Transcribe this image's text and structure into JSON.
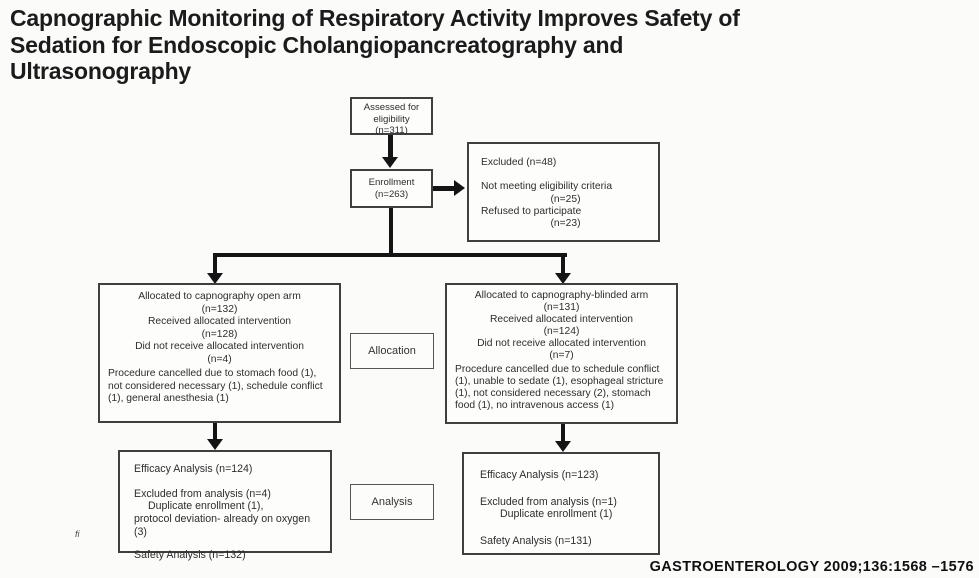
{
  "title": {
    "lines": [
      "Capnographic Monitoring of Respiratory Activity Improves Safety of",
      "Sedation for Endoscopic Cholangiopancreatography and",
      "Ultrasonography"
    ]
  },
  "flowchart": {
    "assessed_box": {
      "lines": [
        "Assessed for",
        "eligibility",
        "(n=311)"
      ]
    },
    "enrollment_box": {
      "lines": [
        "Enrollment",
        "(n=263)"
      ]
    },
    "excluded_box": {
      "lines": [
        "Excluded (n=48)",
        "Not meeting eligibility criteria",
        "(n=25)",
        "Refused to participate",
        "(n=23)"
      ]
    },
    "allocation_label": "Allocation",
    "analysis_label": "Analysis",
    "open_arm_box": {
      "lines": [
        "Allocated to capnography open arm",
        "(n=132)",
        "Received allocated intervention",
        "(n=128)",
        "Did not receive allocated intervention",
        "(n=4)",
        "Procedure cancelled due to stomach food (1), not considered necessary (1), schedule conflict (1), general anesthesia (1)"
      ]
    },
    "blinded_arm_box": {
      "lines": [
        "Allocated to capnography-blinded arm",
        "(n=131)",
        "Received allocated intervention",
        "(n=124)",
        "Did not receive allocated intervention",
        "(n=7)",
        "Procedure cancelled due to schedule conflict (1), unable to sedate (1), esophageal stricture (1), not considered necessary (2), stomach food (1), no intravenous access (1)"
      ]
    },
    "open_analysis_box": {
      "lines": [
        "Efficacy Analysis (n=124)",
        "Excluded from analysis (n=4)",
        "Duplicate enrollment (1),",
        "protocol deviation- already on oxygen (3)",
        "Safety Analysis (n=132)"
      ]
    },
    "blinded_analysis_box": {
      "lines": [
        "Efficacy Analysis (n=123)",
        "Excluded from analysis (n=1)",
        "Duplicate enrollment (1)",
        "Safety Analysis (n=131)"
      ]
    }
  },
  "figure_mark": "fi",
  "citation": "GASTROENTEROLOGY 2009;136:1568 –1576",
  "colors": {
    "box_border": "#3f3f3f",
    "arrow": "#141414",
    "title_text": "#1b1b1b",
    "body_text": "#2d2d2d"
  }
}
